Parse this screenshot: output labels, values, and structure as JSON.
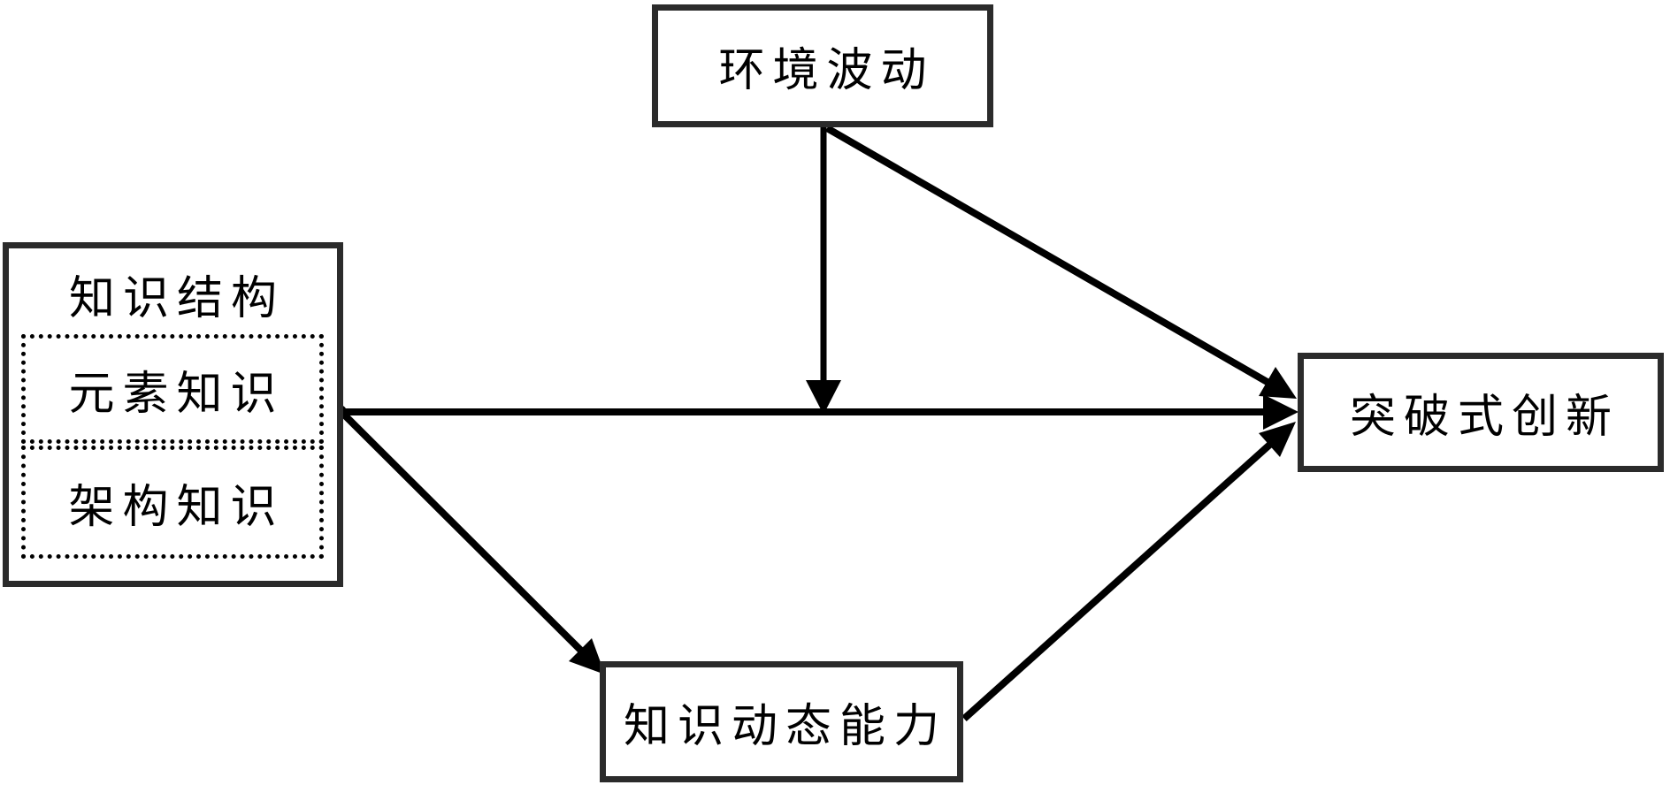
{
  "diagram": {
    "background": "#ffffff",
    "colors": {
      "box_border": "#2b2b2b",
      "arrow": "#000000",
      "text": "#000000",
      "dotted_border": "#000000"
    },
    "nodes": {
      "environment_turbulence": {
        "label": "环境波动"
      },
      "knowledge_structure": {
        "label": "知识结构"
      },
      "element_knowledge": {
        "label": "元素知识"
      },
      "architecture_knowledge": {
        "label": "架构知识"
      },
      "breakthrough_innovation": {
        "label": "突破式创新"
      },
      "knowledge_dynamic_capability": {
        "label": "知识动态能力"
      }
    },
    "edges": [
      {
        "from": "knowledge_structure",
        "to": "breakthrough_innovation",
        "type": "direct-arrow"
      },
      {
        "from": "environment_turbulence",
        "to": "knowledge_structure->breakthrough_innovation",
        "type": "moderation-arrow"
      },
      {
        "from": "environment_turbulence",
        "to": "breakthrough_innovation",
        "type": "direct-arrow"
      },
      {
        "from": "knowledge_structure",
        "to": "knowledge_dynamic_capability",
        "type": "direct-arrow"
      },
      {
        "from": "knowledge_dynamic_capability",
        "to": "breakthrough_innovation",
        "type": "direct-arrow"
      }
    ]
  }
}
